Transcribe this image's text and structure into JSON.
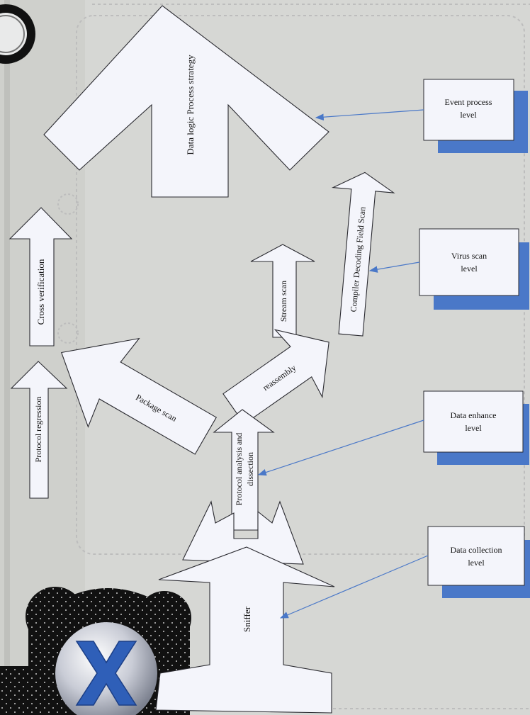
{
  "arrows": {
    "data_logic_process": "Data logic Process strategy",
    "cross_verification": "Cross verification",
    "stream_scan": "Stream scan",
    "compiler_decoding_field_scan": "Compiler Decoding Field Scan",
    "protocol_regression": "Protocol regression",
    "package_scan": "Package scan",
    "reassembly": "reassembly",
    "protocol_analysis_line1": "Protocol analysis and",
    "protocol_analysis_line2": "dissection",
    "sniffer": "Sniffer"
  },
  "levels": {
    "event_process": {
      "line1": "Event process",
      "line2": "level"
    },
    "virus_scan": {
      "line1": "Virus scan",
      "line2": "level"
    },
    "data_enhance": {
      "line1": "Data enhance",
      "line2": "level"
    },
    "data_collection": {
      "line1": "Data collection",
      "line2": "level"
    }
  },
  "colors": {
    "background": "#d6d7d4",
    "shape_fill": "#f4f5fb",
    "accent_blue": "#4a78c8",
    "dark_decor": "#111111"
  },
  "icons": [
    "ring-decoration-icon",
    "blue-x-logo-icon"
  ]
}
